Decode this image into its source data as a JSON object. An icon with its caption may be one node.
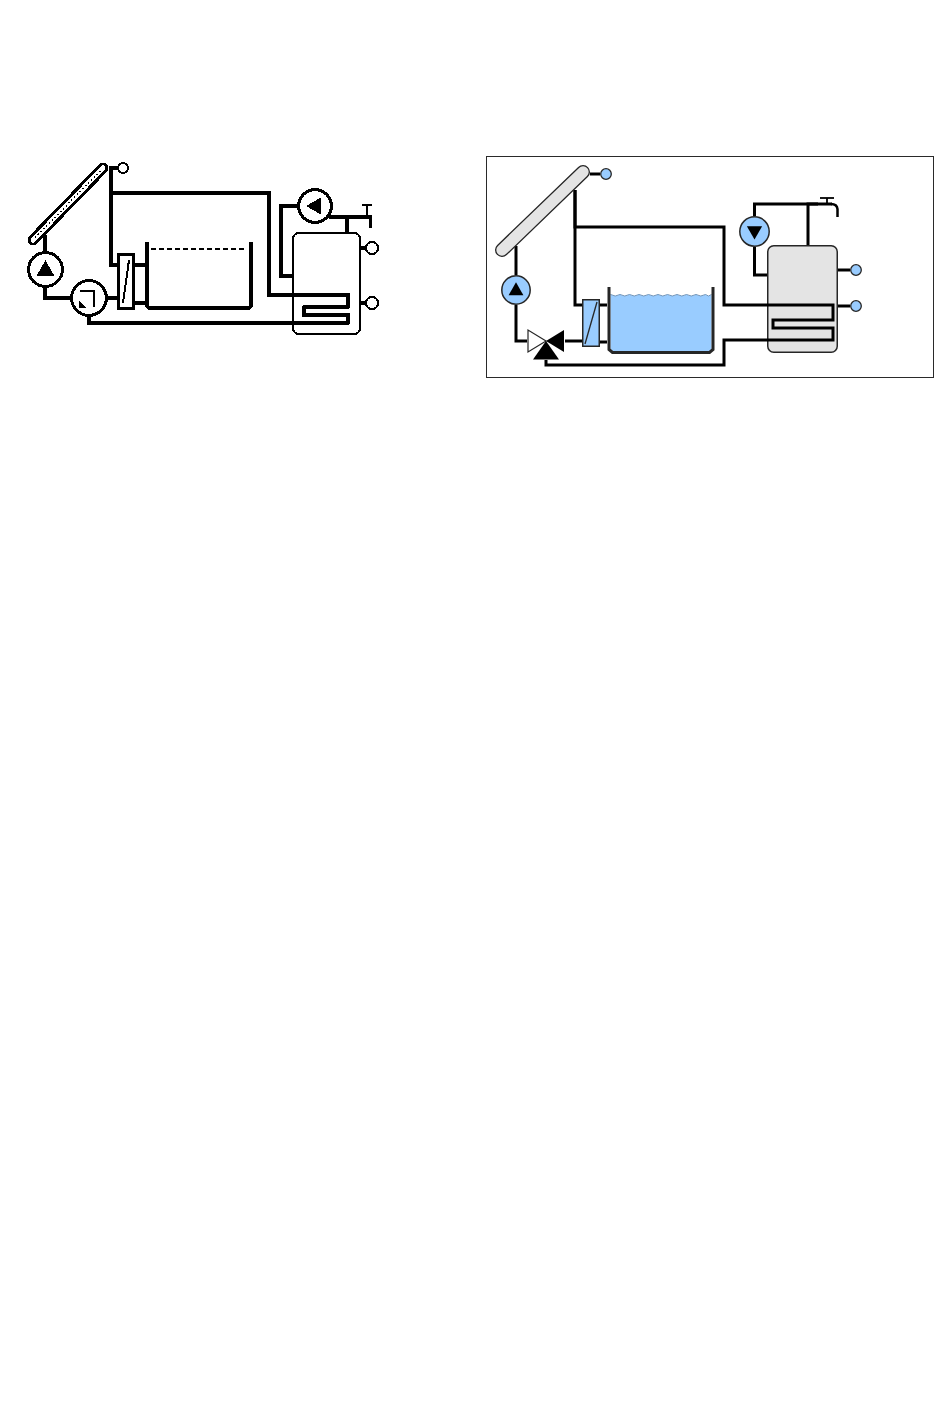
{
  "diagram": {
    "nodes": [
      {
        "text": [],
        "shape": "bar"
      },
      {
        "text": [],
        "shape": "circle"
      },
      {
        "text": [],
        "shape": "pump"
      },
      {
        "text": [],
        "shape": "valve"
      },
      {
        "text": [],
        "shape": "box"
      },
      {
        "text": [],
        "shape": "basin"
      },
      {
        "text": [],
        "shape": "pump"
      },
      {
        "text": [],
        "shape": "tap"
      },
      {
        "text": [],
        "shape": "tank"
      },
      {
        "text": [],
        "shape": "circle"
      },
      {
        "text": [],
        "shape": "circle"
      },
      {
        "text": [],
        "shape": "frame"
      },
      {
        "text": [],
        "shape": "bar",
        "in": 11
      },
      {
        "text": [],
        "shape": "circle",
        "in": 11
      },
      {
        "text": [],
        "shape": "pump",
        "in": 11
      },
      {
        "text": [],
        "shape": "valve",
        "in": 11
      },
      {
        "text": [],
        "shape": "box",
        "in": 11
      },
      {
        "text": [],
        "shape": "basin",
        "in": 11
      },
      {
        "text": [],
        "shape": "pump",
        "in": 11
      },
      {
        "text": [],
        "shape": "tap",
        "in": 11
      },
      {
        "text": [],
        "shape": "tank",
        "in": 11
      },
      {
        "text": [],
        "shape": "circle",
        "in": 11
      },
      {
        "text": [],
        "shape": "circle",
        "in": 11
      }
    ],
    "edges": [
      {
        "from": 0,
        "to": 1,
        "arrow": "none"
      },
      {
        "from": 0,
        "to": 2,
        "arrow": "none"
      },
      {
        "from": 2,
        "to": 3,
        "arrow": "none"
      },
      {
        "from": 3,
        "to": 4,
        "arrow": "none"
      },
      {
        "from": 0,
        "to": 4,
        "arrow": "none"
      },
      {
        "from": 0,
        "to": 8,
        "arrow": "none"
      },
      {
        "from": 4,
        "to": 5,
        "arrow": "none"
      },
      {
        "from": 4,
        "to": 5,
        "arrow": "none"
      },
      {
        "from": 3,
        "to": 8,
        "arrow": "none"
      },
      {
        "from": 6,
        "to": 8,
        "arrow": "none"
      },
      {
        "from": 6,
        "to": 7,
        "arrow": "none"
      },
      {
        "from": 8,
        "to": 7,
        "arrow": "none"
      },
      {
        "from": 8,
        "to": 9,
        "arrow": "none"
      },
      {
        "from": 8,
        "to": 10,
        "arrow": "none"
      },
      {
        "from": 12,
        "to": 13,
        "arrow": "none"
      },
      {
        "from": 12,
        "to": 14,
        "arrow": "none"
      },
      {
        "from": 14,
        "to": 15,
        "arrow": "none"
      },
      {
        "from": 15,
        "to": 16,
        "arrow": "none"
      },
      {
        "from": 12,
        "to": 16,
        "arrow": "none"
      },
      {
        "from": 12,
        "to": 20,
        "arrow": "none"
      },
      {
        "from": 16,
        "to": 17,
        "arrow": "none"
      },
      {
        "from": 16,
        "to": 17,
        "arrow": "none"
      },
      {
        "from": 15,
        "to": 20,
        "arrow": "none"
      },
      {
        "from": 18,
        "to": 20,
        "arrow": "none"
      },
      {
        "from": 18,
        "to": 19,
        "arrow": "none"
      },
      {
        "from": 20,
        "to": 19,
        "arrow": "none"
      },
      {
        "from": 20,
        "to": 21,
        "arrow": "none"
      },
      {
        "from": 20,
        "to": 22,
        "arrow": "none"
      }
    ]
  }
}
